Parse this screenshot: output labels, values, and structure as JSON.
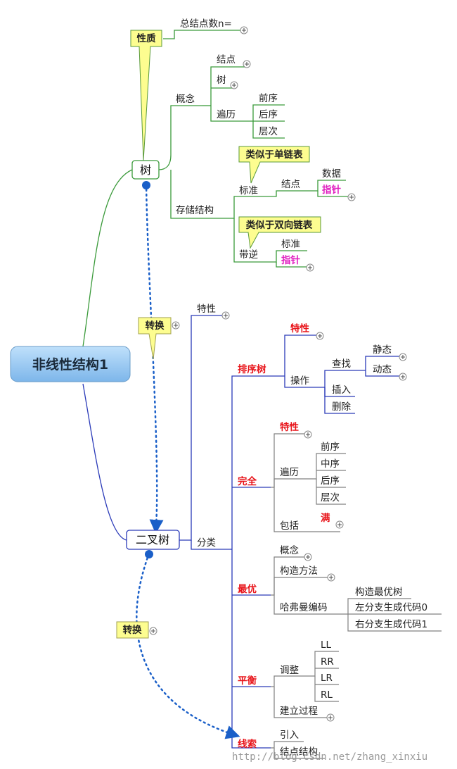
{
  "root": "非线性结构1",
  "tree": {
    "title": "树",
    "callout_nature": "性质",
    "total_nodes": "总结点数n=",
    "concept": {
      "label": "概念",
      "node": "结点",
      "tree": "树",
      "traversal": {
        "label": "遍历",
        "items": [
          "前序",
          "后序",
          "层次"
        ]
      }
    },
    "storage": {
      "label": "存储结构",
      "callout_single": "类似于单链表",
      "standard": {
        "label": "标准",
        "node": "结点",
        "data": "数据",
        "pointer": "指针"
      },
      "callout_double": "类似于双向链表",
      "with_parent": {
        "label": "带逆",
        "standard": "标准",
        "pointer": "指针"
      }
    }
  },
  "convert_1": "转换",
  "convert_2": "转换",
  "binary_tree": {
    "title": "二叉树",
    "property": "特性",
    "classify": "分类",
    "sorted": {
      "label": "排序树",
      "property": "特性",
      "ops": {
        "label": "操作",
        "search": {
          "label": "查找",
          "items": [
            "静态",
            "动态"
          ]
        },
        "insert": "插入",
        "delete": "删除"
      }
    },
    "complete": {
      "label": "完全",
      "property": "特性",
      "traversal": {
        "label": "遍历",
        "items": [
          "前序",
          "中序",
          "后序",
          "层次"
        ]
      },
      "contains": "包括",
      "full": "满"
    },
    "optimal": {
      "label": "最优",
      "concept": "概念",
      "construct": "构造方法",
      "huffman": {
        "label": "哈弗曼编码",
        "items": [
          "构造最优树",
          "左分支生成代码0",
          "右分支生成代码1"
        ]
      }
    },
    "balanced": {
      "label": "平衡",
      "adjust": {
        "label": "调整",
        "items": [
          "LL",
          "RR",
          "LR",
          "RL"
        ]
      },
      "build": "建立过程"
    },
    "threaded": {
      "label": "线索",
      "intro": "引入",
      "node_struct": "结点结构"
    }
  },
  "watermark": "http://blog.csdn.net/zhang_xinxiu",
  "colors": {
    "green": "#3a9a3a",
    "blue": "#2a3ab8",
    "red": "#e8141a",
    "magenta": "#e020c0",
    "callout": "#fdfd90",
    "root_fill": "#8fc2ee"
  }
}
